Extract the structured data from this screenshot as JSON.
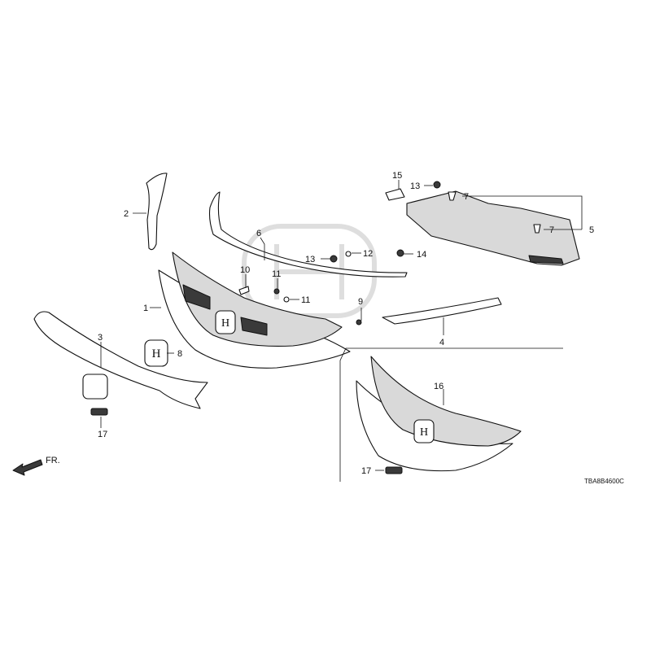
{
  "diagram": {
    "code": "TBA8B4600C",
    "front_arrow_label": "FR.",
    "callouts": {
      "c1": "1",
      "c2": "2",
      "c3": "3",
      "c4": "4",
      "c5": "5",
      "c6": "6",
      "c7a": "7",
      "c7b": "7",
      "c8": "8",
      "c9": "9",
      "c10": "10",
      "c11a": "11",
      "c11b": "11",
      "c12": "12",
      "c13a": "13",
      "c13b": "13",
      "c14": "14",
      "c15": "15",
      "c16": "16",
      "c17a": "17",
      "c17b": "17"
    }
  }
}
